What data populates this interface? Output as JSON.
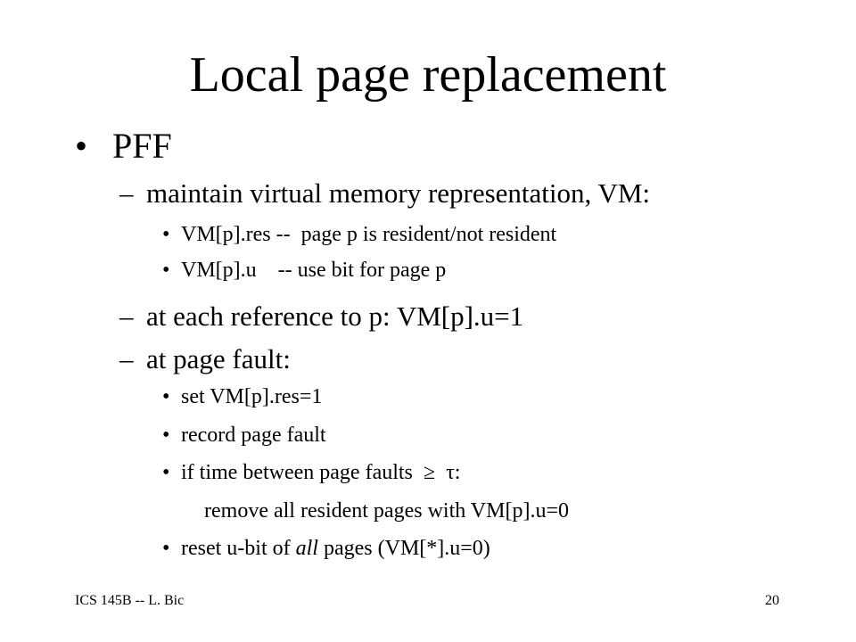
{
  "slide": {
    "title": "Local page replacement",
    "level1": {
      "bullet": "•",
      "text": "PFF"
    },
    "items": [
      {
        "level": 2,
        "bullet": "–",
        "text": "maintain virtual memory representation, VM:"
      },
      {
        "level": 3,
        "bullet": "•",
        "text": "VM[p].res --  page p is resident/not resident"
      },
      {
        "level": 3,
        "bullet": "•",
        "text": "VM[p].u    -- use bit for page p"
      },
      {
        "level": 2,
        "bullet": "–",
        "text": "at each reference to p: VM[p].u=1"
      },
      {
        "level": 2,
        "bullet": "–",
        "text": "at page fault:"
      },
      {
        "level": 3,
        "bullet": "•",
        "text": "set VM[p].res=1"
      },
      {
        "level": 3,
        "bullet": "•",
        "text": "record page fault"
      },
      {
        "level": 3,
        "bullet": "•",
        "text": "if time between page faults  ≥  τ:"
      },
      {
        "level": 3,
        "bullet": "",
        "text": "remove all resident pages with VM[p].u=0"
      },
      {
        "level": 3,
        "bullet": "•",
        "text_pre": "reset u-bit of ",
        "text_em": "all",
        "text_post": " pages (VM[*].u=0)"
      }
    ],
    "footer": {
      "left": "ICS 145B -- L. Bic",
      "right": "20"
    }
  }
}
